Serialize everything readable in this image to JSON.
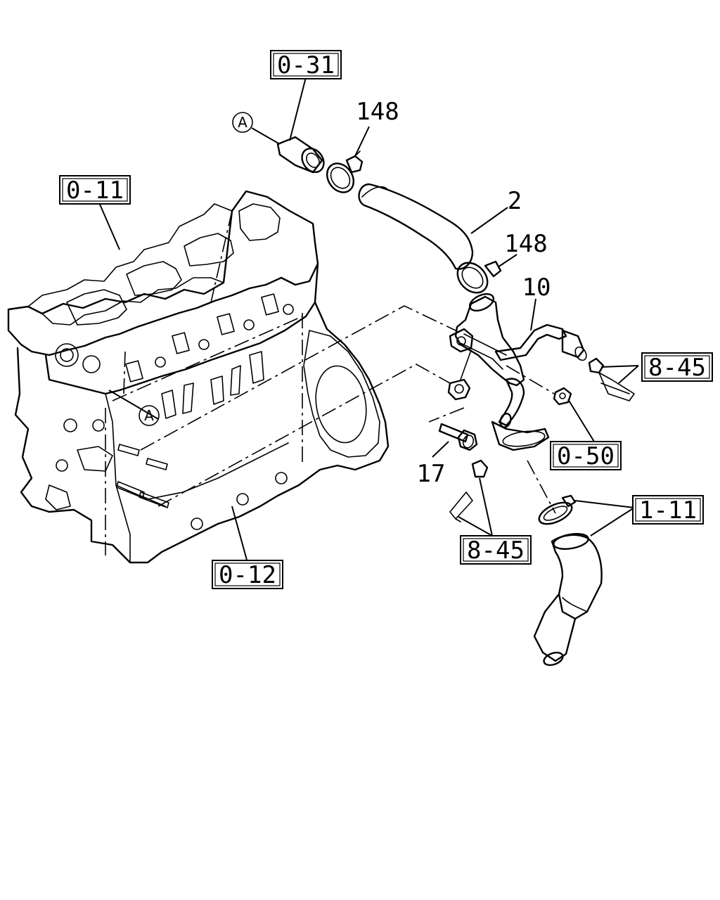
{
  "callouts": {
    "ref_0_31": "0-31",
    "ref_0_11": "0-11",
    "ref_0_12": "0-12",
    "ref_0_50": "0-50",
    "ref_8_45_right": "8-45",
    "ref_8_45_bottom": "8-45",
    "ref_1_11": "1-11"
  },
  "part_numbers": {
    "p148_top": "148",
    "p148_mid": "148",
    "p2": "2",
    "p10": "10",
    "p17": "17"
  },
  "markers": {
    "a_top": "A",
    "a_block": "A"
  }
}
